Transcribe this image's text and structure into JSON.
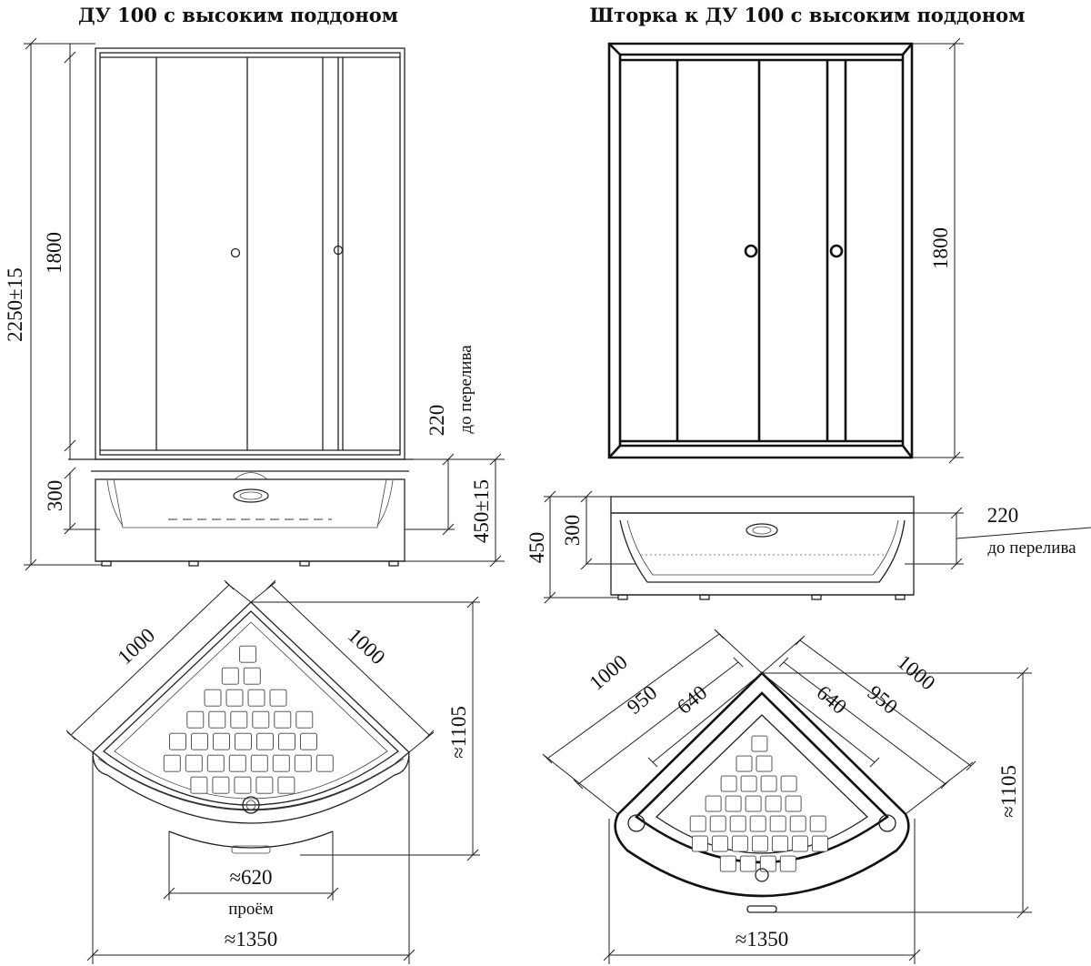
{
  "left": {
    "title": "ДУ 100 с высоким поддоном",
    "dims": {
      "total_height": "2250±15",
      "door_height": "1800",
      "overflow_height": "220",
      "overflow_note": "до перелива",
      "tray_inner": "300",
      "tray_total": "450±15",
      "side_a": "1000",
      "side_b": "1000",
      "depth": "≈1105",
      "opening": "≈620",
      "opening_note": "проём",
      "width": "≈1350"
    }
  },
  "right": {
    "title": "Шторка к ДУ 100 с высоким поддоном",
    "dims": {
      "door_height": "1800",
      "overflow_height": "220",
      "overflow_note": "до перелива",
      "tray_inner": "300",
      "tray_total": "450",
      "side_a_outer": "1000",
      "side_a_mid": "950",
      "side_a_inner": "640",
      "side_b_inner": "640",
      "side_b_mid": "950",
      "side_b_outer": "1000",
      "depth": "≈1105",
      "width": "≈1350"
    }
  }
}
